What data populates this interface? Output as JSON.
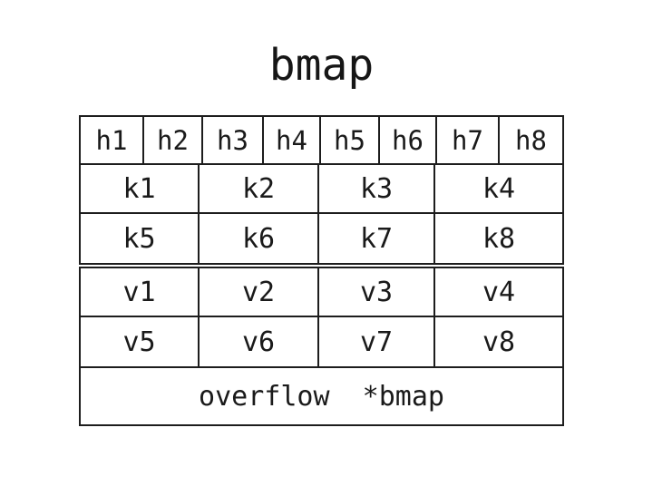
{
  "title": "bmap",
  "diagram": {
    "header_row": {
      "name": "tophash-header-row",
      "cells": [
        "h1",
        "h2",
        "h3",
        "h4",
        "h5",
        "h6",
        "h7",
        "h8"
      ]
    },
    "key_block": {
      "name": "keys-block",
      "rows": [
        [
          "k1",
          "k2",
          "k3",
          "k4"
        ],
        [
          "k5",
          "k6",
          "k7",
          "k8"
        ]
      ]
    },
    "value_block": {
      "name": "values-block",
      "rows": [
        [
          "v1",
          "v2",
          "v3",
          "v4"
        ],
        [
          "v5",
          "v6",
          "v7",
          "v8"
        ]
      ]
    },
    "overflow_row": {
      "name": "overflow-pointer-row",
      "text": "overflow  *bmap"
    }
  },
  "colors": {
    "background": "#ffffff",
    "line": "#1d1d1d",
    "text": "#1a1a1a"
  }
}
